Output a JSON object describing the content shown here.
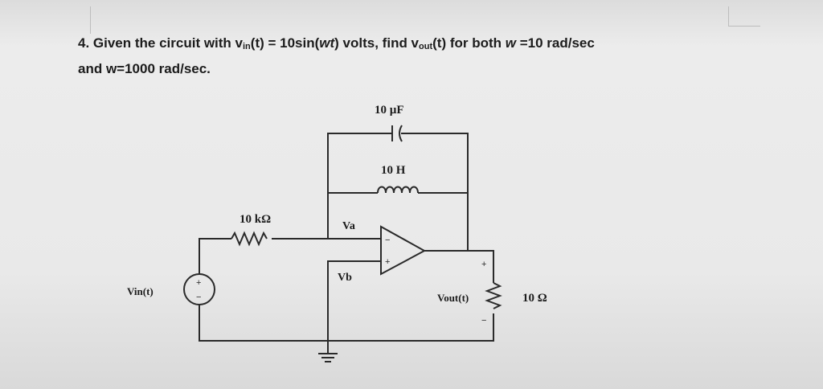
{
  "question": {
    "prefix": "4. Given the circuit with v",
    "vin_sub": "in",
    "mid1": "(t) = 10sin(",
    "wt": "wt",
    "mid2": ") volts, find v",
    "vout_sub": "out",
    "mid3": "(t) for both ",
    "w1": "w",
    "mid4": " =10 rad/sec",
    "line2": "and w=1000 rad/sec."
  },
  "circuit": {
    "capacitor_label": "10 µF",
    "inductor_label": "10 H",
    "resistor_in_label": "10 kΩ",
    "node_a_label": "Va",
    "node_b_label": "Vb",
    "source_label": "Vin(t)",
    "vout_label": "Vout(t)",
    "load_label": "10 Ω",
    "plus_sign": "+",
    "minus_sign": "−"
  }
}
